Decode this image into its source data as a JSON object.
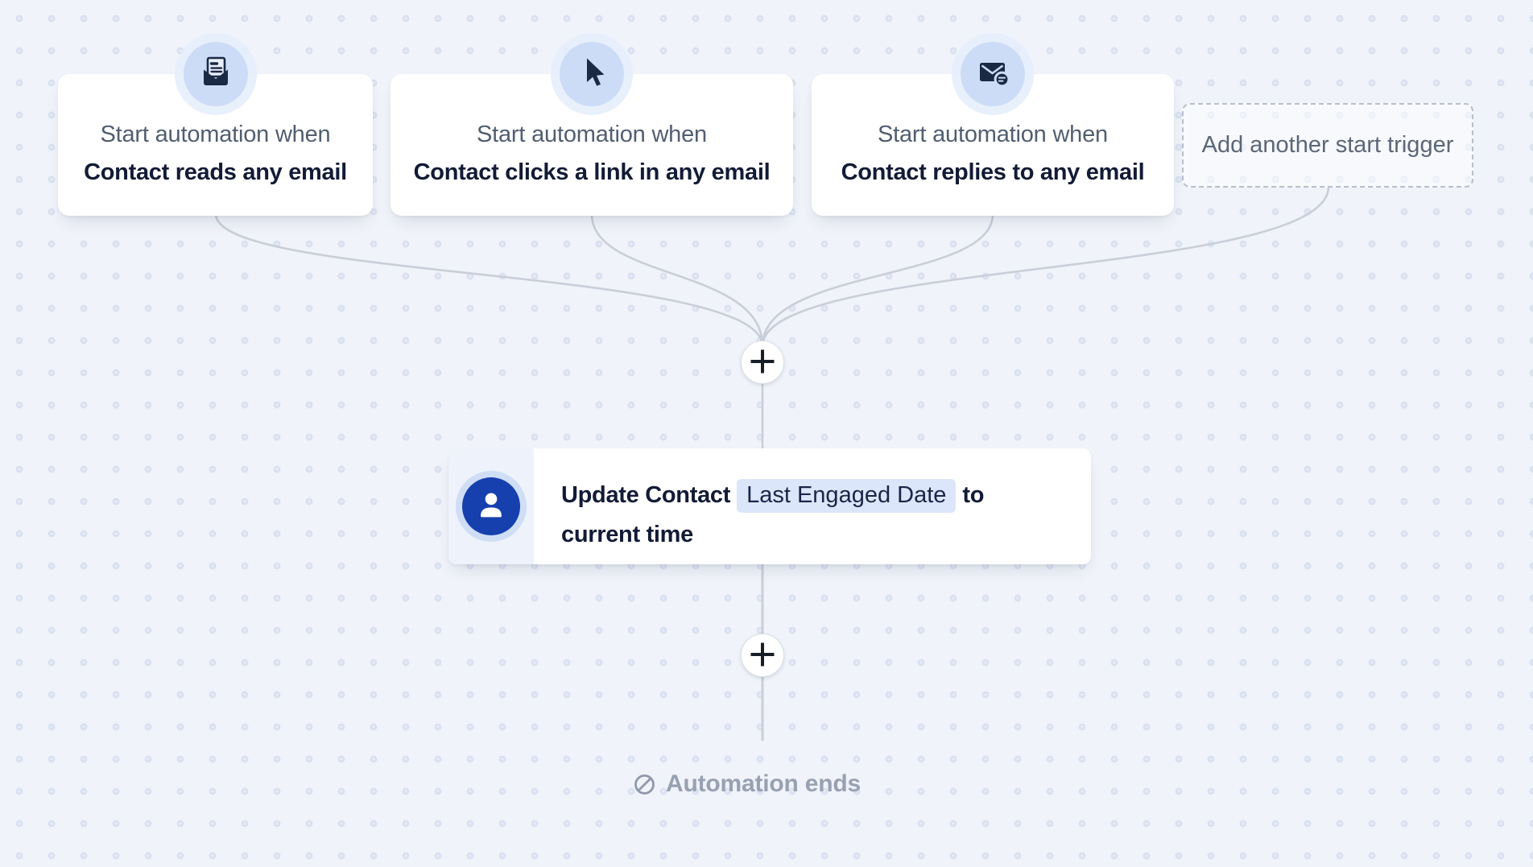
{
  "canvas": {
    "background_color": "#f0f3f9",
    "dot_color": "#d9e1f0",
    "connector_color": "#c9ced9"
  },
  "triggers": [
    {
      "line1": "Start automation when",
      "line2": "Contact reads any email",
      "icon": "email-read-icon"
    },
    {
      "line1": "Start automation when",
      "line2": "Contact clicks a link in any email",
      "icon": "cursor-click-icon"
    },
    {
      "line1": "Start automation when",
      "line2": "Contact replies to any email",
      "icon": "email-reply-icon"
    }
  ],
  "add_trigger": {
    "label": "Add another start trigger"
  },
  "add_step_buttons": [
    {
      "icon": "plus-icon",
      "label": "+"
    },
    {
      "icon": "plus-icon",
      "label": "+"
    }
  ],
  "action": {
    "icon": "contact-person-icon",
    "text_prefix": "Update Contact",
    "field_chip": "Last Engaged Date",
    "text_suffix": "to current time",
    "chip_background": "#dce6fb",
    "avatar_color": "#1640ae"
  },
  "end": {
    "icon": "prohibited-icon",
    "label": "Automation ends"
  },
  "colors": {
    "card_background": "#ffffff",
    "trigger_icon_circle": "#cddcf6",
    "muted_text": "#515e70",
    "title_text": "#121b36",
    "end_text": "#98a1b2"
  }
}
